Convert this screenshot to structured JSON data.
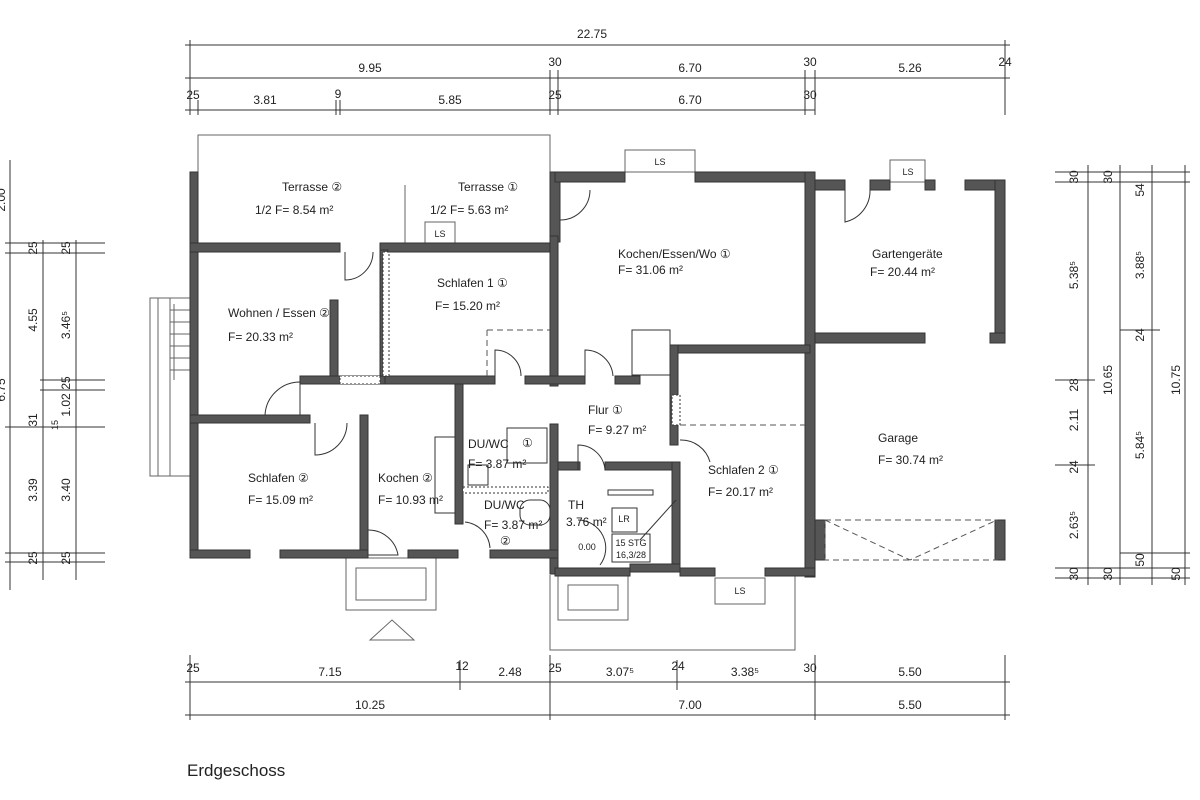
{
  "title": "Erdgeschoss",
  "dims_top": {
    "total": "22.75",
    "row2": [
      "9.95",
      "30",
      "6.70",
      "30",
      "5.26",
      "24"
    ],
    "row3": [
      "25",
      "3.81",
      "9",
      "5.85",
      "25",
      "6.70",
      "30"
    ]
  },
  "dims_bottom": {
    "row1": [
      "25",
      "7.15",
      "12",
      "2.48",
      "25",
      "3.07⁵",
      "24",
      "3.38⁵",
      "30",
      "5.50"
    ],
    "row2": [
      "10.25",
      "7.00",
      "5.50"
    ]
  },
  "dims_left": {
    "total": "6.75",
    "col1": [
      "2.00",
      "25",
      "4.55",
      "31",
      "3.39",
      "25"
    ],
    "col2": [
      "25",
      "3.46⁵",
      "25",
      "1.02",
      "15",
      "3.40",
      "25"
    ]
  },
  "dims_right": {
    "col1": [
      "30",
      "5.38⁵",
      "28",
      "2.11",
      "24",
      "2.63⁵",
      "30"
    ],
    "col2": [
      "30",
      "10.65",
      "30"
    ],
    "col3": [
      "54",
      "3.88⁵",
      "24",
      "5.84⁵",
      "50"
    ],
    "col4": [
      "10.75",
      "50"
    ]
  },
  "rooms": [
    {
      "name": "Terrasse ②",
      "area": "1/2  F= 8.54 m²"
    },
    {
      "name": "Terrasse ①",
      "area": "1/2  F= 5.63 m²"
    },
    {
      "name": "Kochen/Essen/Wo ①",
      "area": "F= 31.06 m²"
    },
    {
      "name": "Gartengeräte",
      "area": "F= 20.44 m²"
    },
    {
      "name": "Schlafen 1 ①",
      "area": "F= 15.20 m²"
    },
    {
      "name": "Wohnen / Essen ②",
      "area": "F= 20.33 m²"
    },
    {
      "name": "Flur ①",
      "area": "F= 9.27 m²"
    },
    {
      "name": "Garage",
      "area": "F= 30.74 m²"
    },
    {
      "name": "Schlafen 2 ①",
      "area": "F= 20.17 m²"
    },
    {
      "name": "Schlafen ②",
      "area": "F= 15.09 m²"
    },
    {
      "name": "Kochen ②",
      "area": "F= 10.93 m²"
    },
    {
      "name": "DU/WC",
      "area": "F= 3.87 m²",
      "unit": "①"
    },
    {
      "name": "DU/WC",
      "area": "F= 3.87 m²",
      "unit": "②"
    },
    {
      "name": "TH",
      "area": "3.76 m²"
    }
  ],
  "labels": {
    "ls": "LS",
    "lr": "LR",
    "stairs": "15 STG",
    "stairs_ratio": "16,3/28",
    "level": "0.00"
  }
}
